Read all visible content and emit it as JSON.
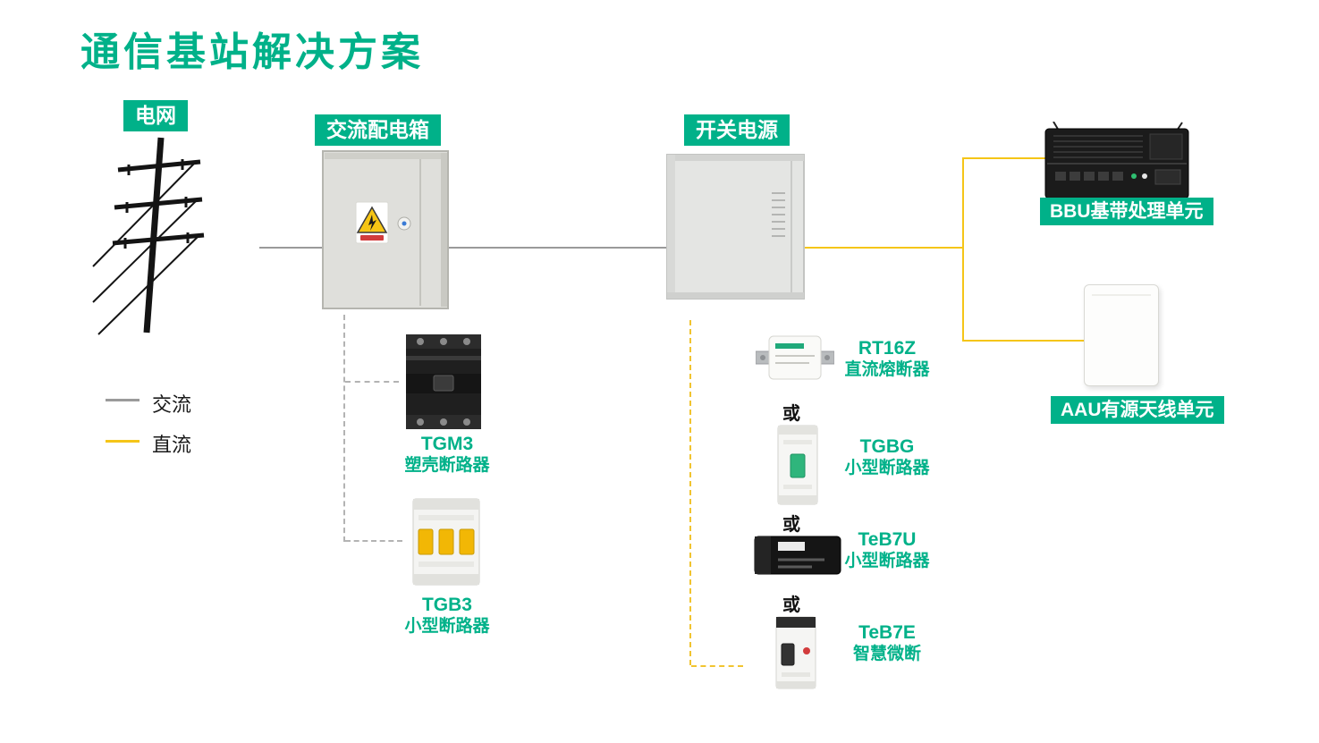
{
  "title": "通信基站解决方案",
  "legend": {
    "ac_label": "交流",
    "dc_label": "直流"
  },
  "nodes": {
    "grid_label": "电网",
    "ac_box_label": "交流配电箱",
    "power_label": "开关电源",
    "bbu_label": "BBU基带处理单元",
    "aau_label": "AAU有源天线单元"
  },
  "or_label": "或",
  "ac_products": [
    {
      "name": "TGM3",
      "desc": "塑壳断路器"
    },
    {
      "name": "TGB3",
      "desc": "小型断路器"
    }
  ],
  "dc_products": [
    {
      "name": "RT16Z",
      "desc": "直流熔断器"
    },
    {
      "name": "TGBG",
      "desc": "小型断路器"
    },
    {
      "name": "TeB7U",
      "desc": "小型断路器"
    },
    {
      "name": "TeB7E",
      "desc": "智慧微断"
    }
  ],
  "colors": {
    "green": "#00b189",
    "yellow": "#f5c518",
    "ac_line": "#9a9a9a"
  }
}
